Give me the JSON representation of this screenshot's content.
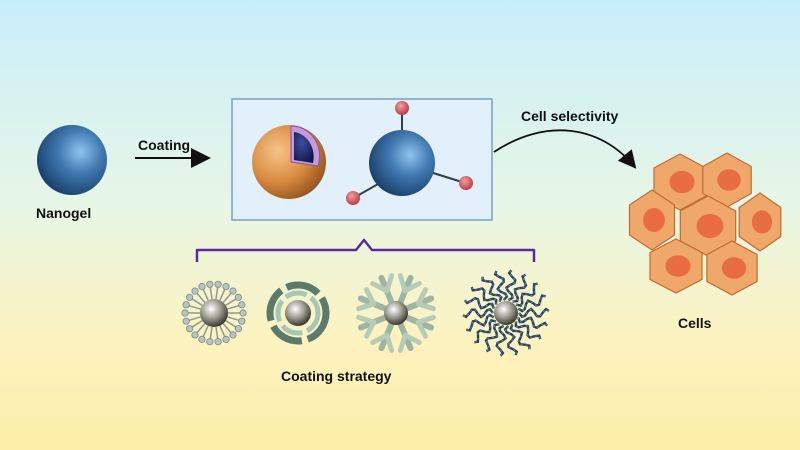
{
  "labels": {
    "nanogel": "Nanogel",
    "coating": "Coating",
    "cell_selectivity": "Cell selectivity",
    "cells": "Cells",
    "coating_strategy": "Coating strategy"
  },
  "colors": {
    "nanogel_blue": "#3f78b0",
    "core_shell_orange": "#d98b3f",
    "ligand_red": "#d9545a",
    "bracket_purple": "#5a2b9c",
    "cell_fill": "#f0a86a",
    "cell_nucleus": "#e86d43",
    "box_fill": "#e2f0fb",
    "box_border": "#7a9ec7"
  },
  "icons": {
    "nanogel": "blue-sphere-icon",
    "core_shell": "core-shell-particle-icon",
    "functionalized": "ligand-particle-icon",
    "strategies": [
      "lipid-bilayer-icon",
      "wrapped-shell-icon",
      "branched-polymer-icon",
      "dna-brush-icon"
    ],
    "cells": "cell-cluster-icon"
  }
}
